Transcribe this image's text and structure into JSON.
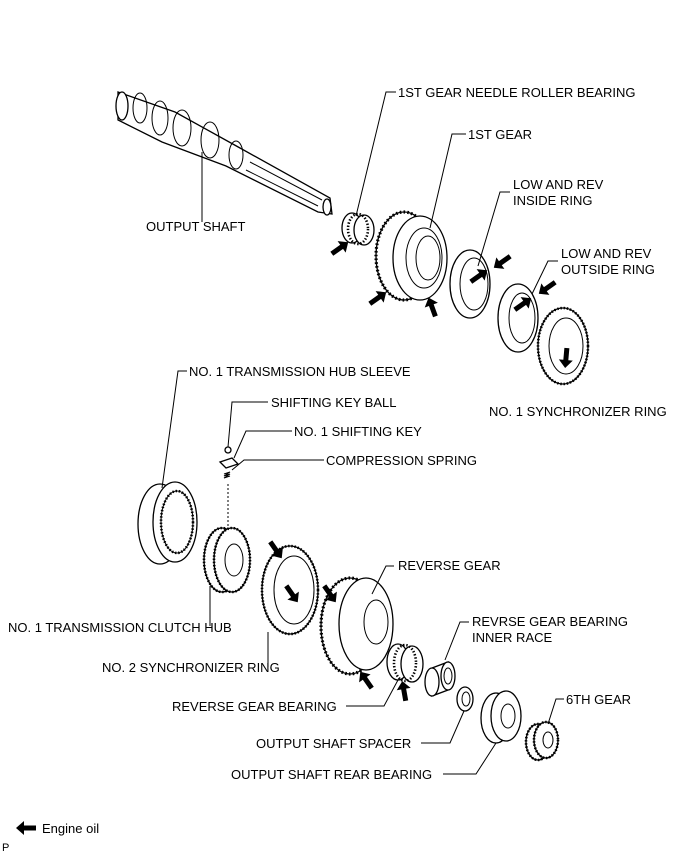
{
  "labels": {
    "needle_roller_bearing": "1ST GEAR NEEDLE ROLLER BEARING",
    "first_gear": "1ST GEAR",
    "output_shaft": "OUTPUT SHAFT",
    "low_rev_inside_line1": "LOW AND REV",
    "low_rev_inside_line2": "INSIDE RING",
    "low_rev_outside_line1": "LOW AND REV",
    "low_rev_outside_line2": "OUTSIDE RING",
    "no1_sync_ring": "NO. 1 SYNCHRONIZER RING",
    "hub_sleeve": "NO. 1 TRANSMISSION HUB SLEEVE",
    "shifting_key_ball": "SHIFTING KEY BALL",
    "no1_shifting_key": "NO. 1 SHIFTING KEY",
    "compression_spring": "COMPRESSION SPRING",
    "reverse_gear": "REVERSE GEAR",
    "clutch_hub": "NO. 1 TRANSMISSION CLUTCH HUB",
    "revrse_race_line1": "REVRSE GEAR BEARING",
    "revrse_race_line2": "INNER RACE",
    "no2_sync_ring": "NO. 2 SYNCHRONIZER RING",
    "sixth_gear": "6TH GEAR",
    "reverse_gear_bearing": "REVERSE GEAR BEARING",
    "output_shaft_spacer": "OUTPUT SHAFT SPACER",
    "output_shaft_rear_bearing": "OUTPUT SHAFT REAR BEARING"
  },
  "legend": {
    "label": "Engine oil",
    "icon": "oil-arrow-icon"
  },
  "corner_mark": "P"
}
